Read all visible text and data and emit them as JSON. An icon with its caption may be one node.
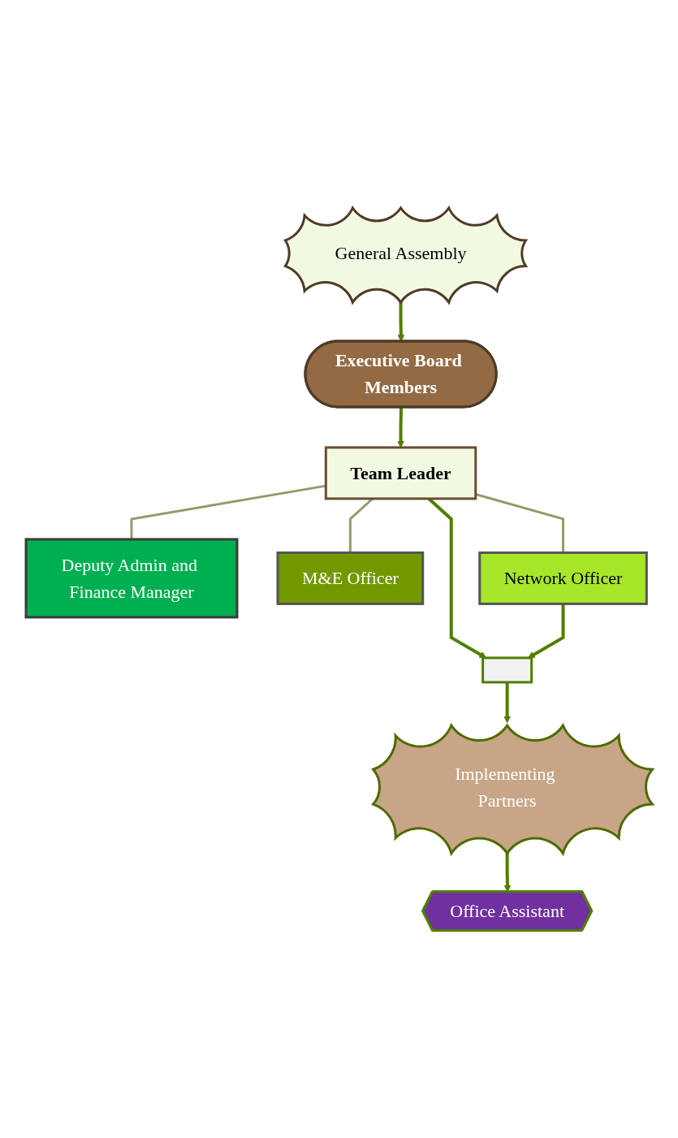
{
  "diagram": {
    "nodes": [
      {
        "text": [
          "General Assembly"
        ]
      },
      {
        "text": [
          "Executive Board Members"
        ]
      },
      {
        "text": [
          "Team Leader"
        ]
      },
      {
        "text": [
          "Deputy Admin and Finance Manager"
        ]
      },
      {
        "text": [
          "M&E Officer"
        ]
      },
      {
        "text": [
          "Network Officer"
        ]
      },
      {
        "text": [],
        "shape": "bar"
      },
      {
        "text": [
          "Implementing Partners"
        ]
      },
      {
        "text": [
          "Office Assistant"
        ]
      }
    ],
    "edges": [
      {
        "from": 0,
        "to": 1,
        "arrow": "to"
      },
      {
        "from": 1,
        "to": 2,
        "arrow": "to"
      },
      {
        "from": 2,
        "to": 3,
        "arrow": "none",
        "color": "#959b6b"
      },
      {
        "from": 2,
        "to": 4,
        "arrow": "none",
        "color": "#959b6b"
      },
      {
        "from": 2,
        "to": 5,
        "arrow": "none",
        "color": "#959b6b"
      },
      {
        "from": 2,
        "to": 6,
        "arrow": "to"
      },
      {
        "from": 5,
        "to": 6,
        "arrow": "to"
      },
      {
        "from": 6,
        "to": 7,
        "arrow": "to"
      },
      {
        "from": 7,
        "to": 8,
        "arrow": "to"
      }
    ]
  }
}
